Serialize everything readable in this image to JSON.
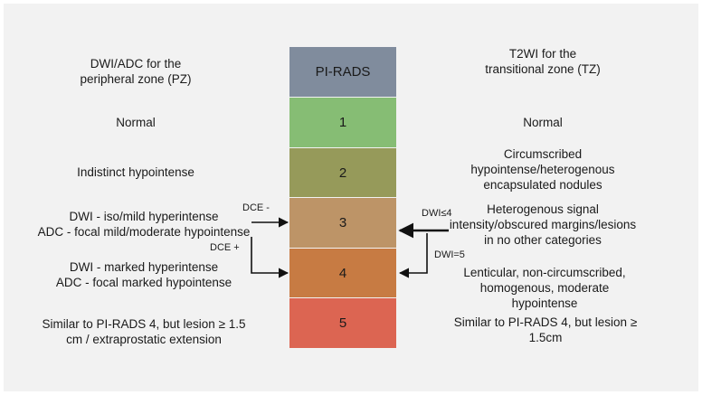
{
  "header": {
    "left": [
      "DWI/ADC for the",
      "peripheral zone (PZ)"
    ],
    "center": "PI-RADS",
    "right": [
      "T2WI for the",
      "transitional zone (TZ)"
    ]
  },
  "rows": [
    {
      "score": "1",
      "color": "#86bd74",
      "pz": [
        "Normal"
      ],
      "tz": [
        "Normal"
      ]
    },
    {
      "score": "2",
      "color": "#969a5a",
      "pz": [
        "Indistinct hypointense"
      ],
      "tz": [
        "Circumscribed",
        "hypointense/heterogenous",
        "encapsulated nodules"
      ]
    },
    {
      "score": "3",
      "color": "#bd9467",
      "pz": [
        "DWI - iso/mild hyperintense",
        "ADC - focal mild/moderate hypointense"
      ],
      "tz": [
        "Heterogenous signal",
        "intensity/obscured margins/lesions",
        "in no other categories"
      ]
    },
    {
      "score": "4",
      "color": "#c77b43",
      "pz": [
        "DWI - marked hyperintense",
        "ADC - focal marked hypointense"
      ],
      "tz": [
        "Lenticular, non-circumscribed,",
        "homogenous, moderate",
        "hypointense"
      ]
    },
    {
      "score": "5",
      "color": "#dc6552",
      "pz": [
        "Similar to PI-RADS 4, but lesion ≥ 1.5",
        "cm / extraprostatic extension"
      ],
      "tz": [
        "Similar to PI-RADS 4, but lesion ≥",
        "1.5cm"
      ]
    }
  ],
  "arrow_labels": {
    "dce_minus": "DCE -",
    "dce_plus": "DCE +",
    "dwi_le4": "DWI≤4",
    "dwi_eq5": "DWI=5"
  },
  "colors": {
    "header": "#808c9d",
    "background": "#f2f2f2"
  }
}
